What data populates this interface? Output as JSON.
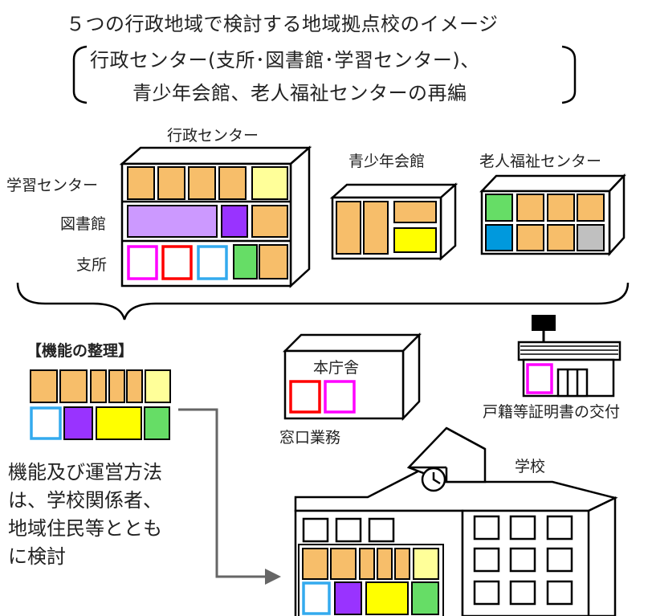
{
  "title": {
    "line1": "５つの行政地域で検討する地域拠点校のイメージ",
    "line2": "行政センター(支所･図書館･学習センター)、",
    "line3": "青少年会館、老人福祉センターの再編"
  },
  "buildings": {
    "gyosei": "行政センター",
    "seishonen": "青少年会館",
    "rojin": "老人福祉センター",
    "honchosha": "本庁舎",
    "school": "学校",
    "convenience_caption": "戸籍等証明書の交付"
  },
  "floors": {
    "gakushu": "学習センター",
    "toshokan": "図書館",
    "shisho": "支所"
  },
  "kino_title": "【機能の整理】",
  "madoguchi": "窓口業務",
  "note": {
    "line1": "機能及び運営方法",
    "line2": "は、学校関係者、",
    "line3": "地域住民等ととも",
    "line4": "に検討"
  },
  "colors": {
    "orange": "#F7BE6A",
    "yellow_pale": "#FFFF99",
    "lavender": "#CC99FF",
    "purple": "#9933FF",
    "magenta": "#FF00FF",
    "red": "#FF0000",
    "cyan": "#33AAEE",
    "green": "#66DD66",
    "yellow": "#FFFF00",
    "blue": "#0099DD",
    "gray": "#C0C0C0"
  }
}
